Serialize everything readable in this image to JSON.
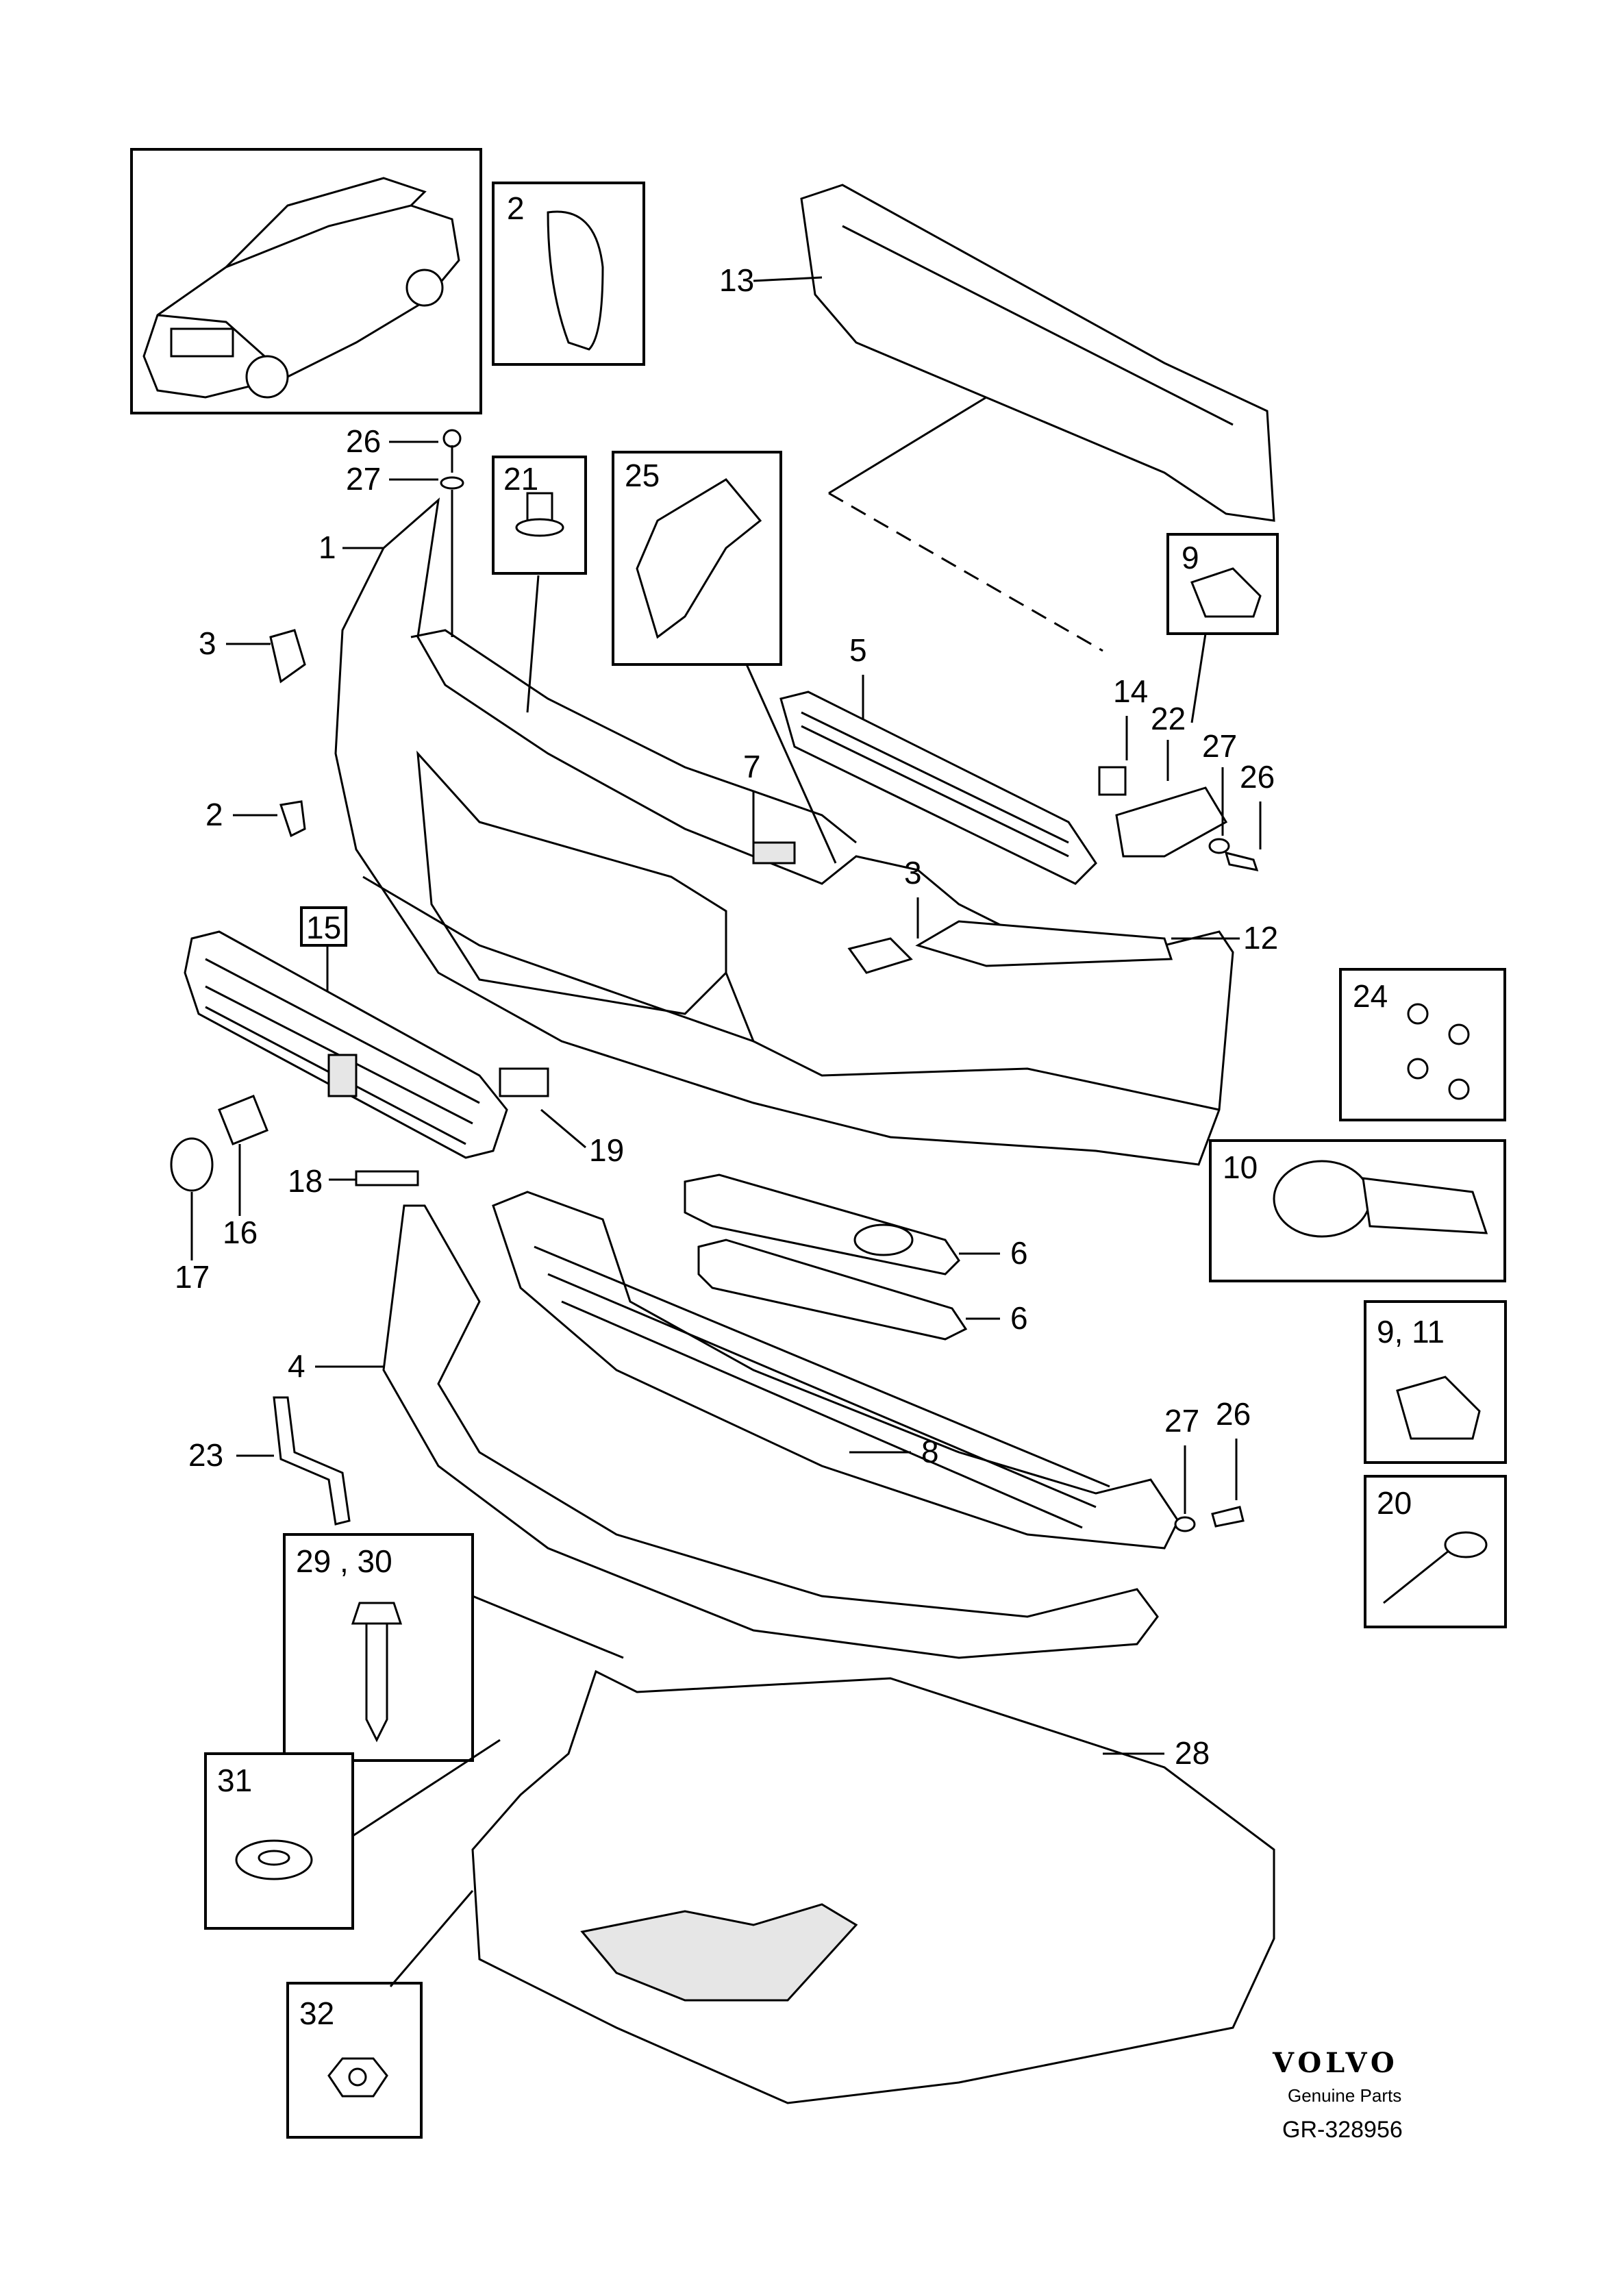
{
  "callouts": {
    "c1": "1",
    "c2a": "2",
    "c2b": "2",
    "c3a": "3",
    "c3b": "3",
    "c4": "4",
    "c5": "5",
    "c6a": "6",
    "c6b": "6",
    "c7": "7",
    "c8": "8",
    "c9": "9",
    "c9_11": "9, 11",
    "c10": "10",
    "c12": "12",
    "c13": "13",
    "c14": "14",
    "c15": "15",
    "c16": "16",
    "c17": "17",
    "c18": "18",
    "c19": "19",
    "c20": "20",
    "c21": "21",
    "c22": "22",
    "c23": "23",
    "c24": "24",
    "c25": "25",
    "c26a": "26",
    "c26b": "26",
    "c26c": "26",
    "c27a": "27",
    "c27b": "27",
    "c27c": "27",
    "c28": "28",
    "c29_30": "29 , 30",
    "c31": "31",
    "c32": "32"
  },
  "brand": {
    "logo_text": "VOLVO",
    "tagline": "Genuine Parts",
    "reference": "GR-328956"
  }
}
